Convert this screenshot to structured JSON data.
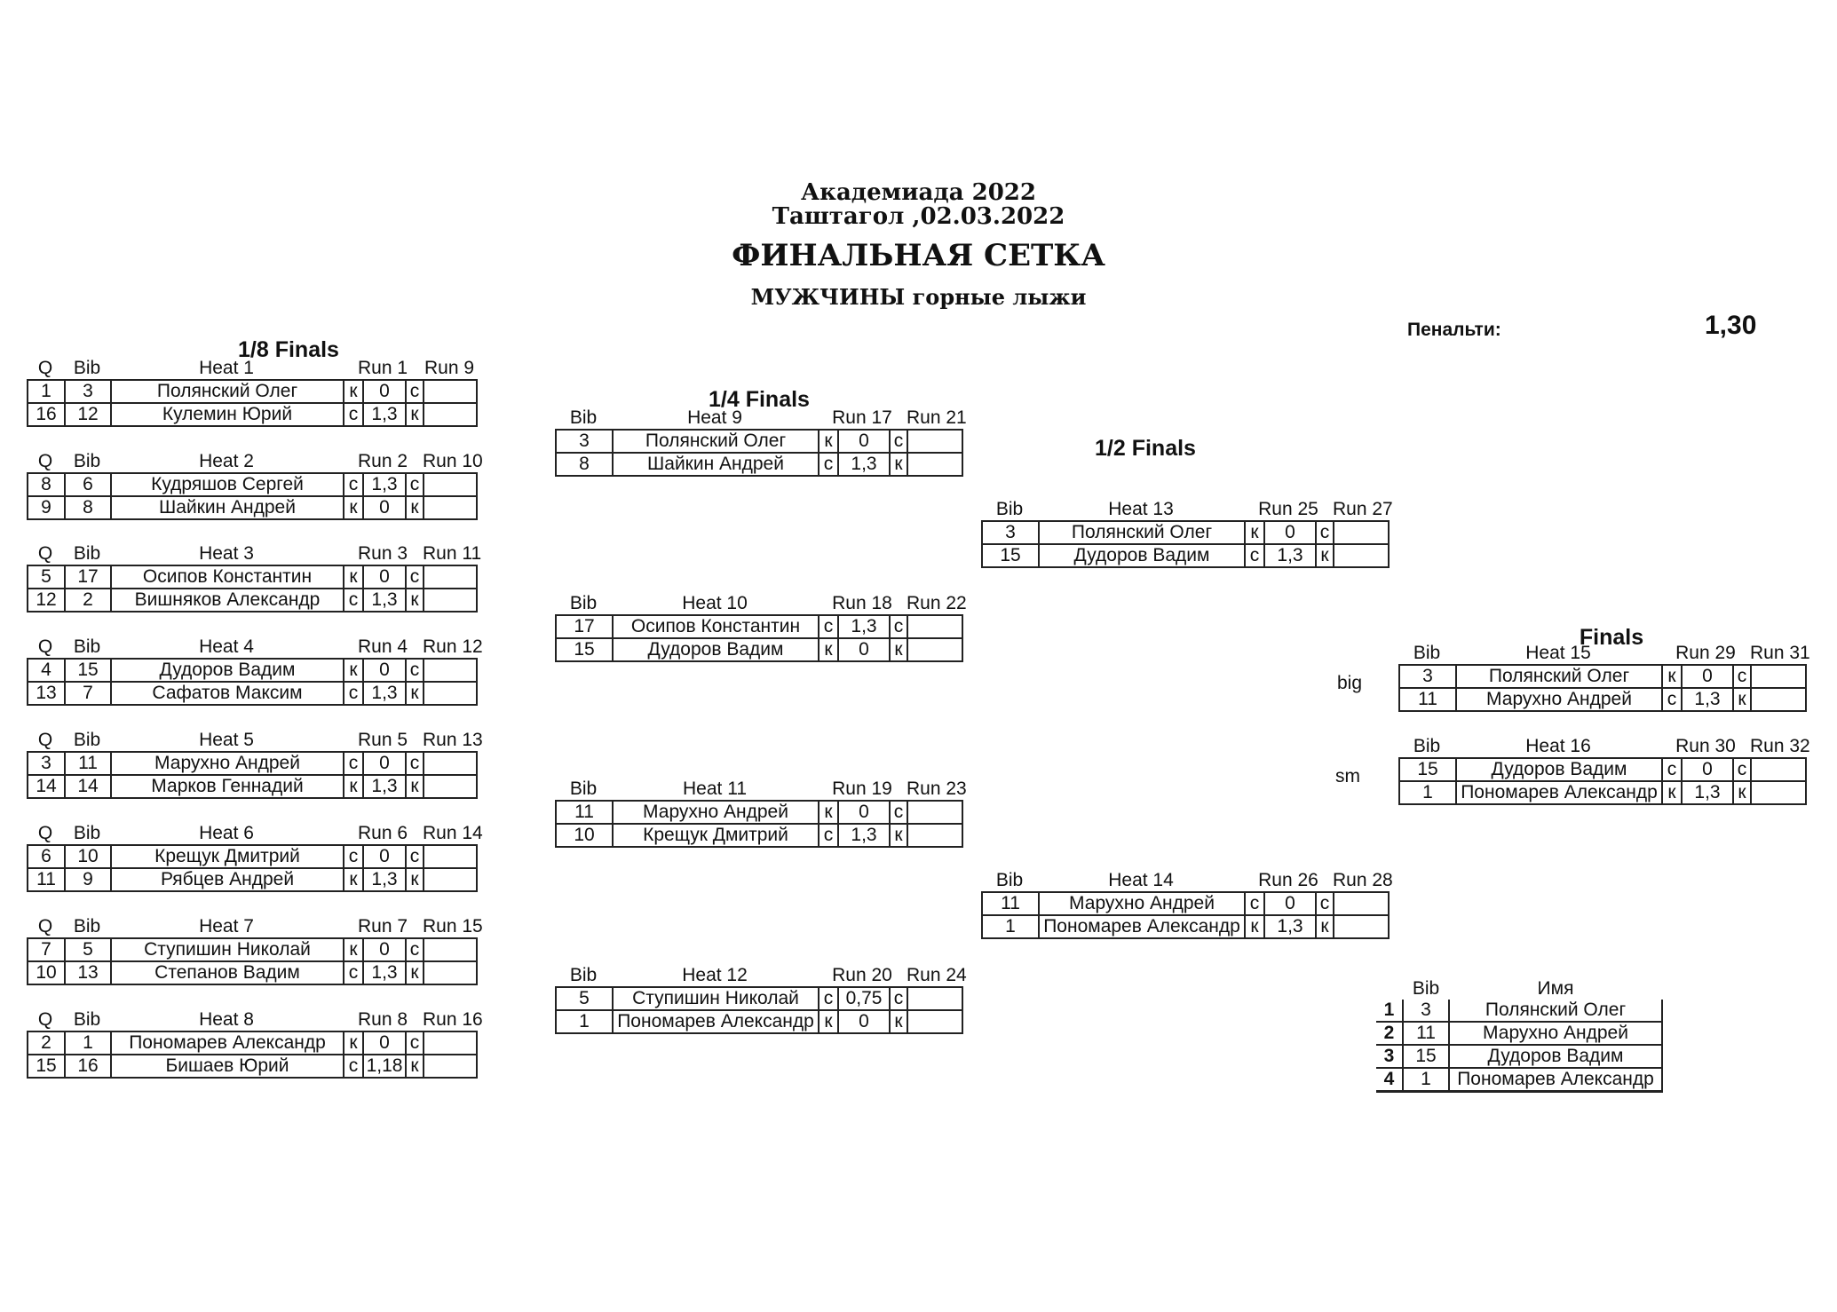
{
  "header": {
    "line1": "Академиада 2022",
    "line2": "Таштагол ,02.03.2022",
    "title": "ФИНАЛЬНАЯ СЕТКА",
    "subtitle": "МУЖЧИНЫ горные лыжи"
  },
  "penalty": {
    "label": "Пенальти:",
    "value": "1,30"
  },
  "rounds": {
    "r8": "1/8 Finals",
    "r4": "1/4 Finals",
    "r2": "1/2 Finals",
    "final": "Finals"
  },
  "labels": {
    "q": "Q",
    "bib": "Bib",
    "big": "big",
    "sm": "sm",
    "name": "Имя"
  },
  "heats": [
    {
      "title": "Heat 1",
      "runA": "Run 1",
      "runB": "Run 9",
      "rows": [
        {
          "q": "1",
          "bib": "3",
          "name": "Полянский Олег",
          "c1": "к",
          "time": "0",
          "c2": "с"
        },
        {
          "q": "16",
          "bib": "12",
          "name": "Кулемин Юрий",
          "c1": "с",
          "time": "1,3",
          "c2": "к"
        }
      ]
    },
    {
      "title": "Heat 2",
      "runA": "Run 2",
      "runB": "Run 10",
      "rows": [
        {
          "q": "8",
          "bib": "6",
          "name": "Кудряшов Сергей",
          "c1": "с",
          "time": "1,3",
          "c2": "с"
        },
        {
          "q": "9",
          "bib": "8",
          "name": "Шайкин Андрей",
          "c1": "к",
          "time": "0",
          "c2": "к"
        }
      ]
    },
    {
      "title": "Heat 3",
      "runA": "Run 3",
      "runB": "Run 11",
      "rows": [
        {
          "q": "5",
          "bib": "17",
          "name": "Осипов Константин",
          "c1": "к",
          "time": "0",
          "c2": "с"
        },
        {
          "q": "12",
          "bib": "2",
          "name": "Вишняков Александр",
          "c1": "с",
          "time": "1,3",
          "c2": "к"
        }
      ]
    },
    {
      "title": "Heat 4",
      "runA": "Run 4",
      "runB": "Run 12",
      "rows": [
        {
          "q": "4",
          "bib": "15",
          "name": "Дудоров Вадим",
          "c1": "к",
          "time": "0",
          "c2": "с"
        },
        {
          "q": "13",
          "bib": "7",
          "name": "Сафатов Максим",
          "c1": "с",
          "time": "1,3",
          "c2": "к"
        }
      ]
    },
    {
      "title": "Heat 5",
      "runA": "Run 5",
      "runB": "Run 13",
      "rows": [
        {
          "q": "3",
          "bib": "11",
          "name": "Марухно Андрей",
          "c1": "с",
          "time": "0",
          "c2": "с"
        },
        {
          "q": "14",
          "bib": "14",
          "name": "Марков Геннадий",
          "c1": "к",
          "time": "1,3",
          "c2": "к"
        }
      ]
    },
    {
      "title": "Heat 6",
      "runA": "Run 6",
      "runB": "Run 14",
      "rows": [
        {
          "q": "6",
          "bib": "10",
          "name": "Крещук Дмитрий",
          "c1": "с",
          "time": "0",
          "c2": "с"
        },
        {
          "q": "11",
          "bib": "9",
          "name": "Рябцев Андрей",
          "c1": "к",
          "time": "1,3",
          "c2": "к"
        }
      ]
    },
    {
      "title": "Heat 7",
      "runA": "Run 7",
      "runB": "Run 15",
      "rows": [
        {
          "q": "7",
          "bib": "5",
          "name": "Ступишин Николай",
          "c1": "к",
          "time": "0",
          "c2": "с"
        },
        {
          "q": "10",
          "bib": "13",
          "name": "Степанов Вадим",
          "c1": "с",
          "time": "1,3",
          "c2": "к"
        }
      ]
    },
    {
      "title": "Heat 8",
      "runA": "Run 8",
      "runB": "Run 16",
      "rows": [
        {
          "q": "2",
          "bib": "1",
          "name": "Пономарев Александр",
          "c1": "к",
          "time": "0",
          "c2": "с"
        },
        {
          "q": "15",
          "bib": "16",
          "name": "Бишаев Юрий",
          "c1": "с",
          "time": "1,18",
          "c2": "к"
        }
      ]
    },
    {
      "title": "Heat 9",
      "runA": "Run 17",
      "runB": "Run 21",
      "rows": [
        {
          "bib": "3",
          "name": "Полянский Олег",
          "c1": "к",
          "time": "0",
          "c2": "с"
        },
        {
          "bib": "8",
          "name": "Шайкин Андрей",
          "c1": "с",
          "time": "1,3",
          "c2": "к"
        }
      ]
    },
    {
      "title": "Heat 10",
      "runA": "Run 18",
      "runB": "Run 22",
      "rows": [
        {
          "bib": "17",
          "name": "Осипов Константин",
          "c1": "с",
          "time": "1,3",
          "c2": "с"
        },
        {
          "bib": "15",
          "name": "Дудоров Вадим",
          "c1": "к",
          "time": "0",
          "c2": "к"
        }
      ]
    },
    {
      "title": "Heat 11",
      "runA": "Run 19",
      "runB": "Run 23",
      "rows": [
        {
          "bib": "11",
          "name": "Марухно Андрей",
          "c1": "к",
          "time": "0",
          "c2": "с"
        },
        {
          "bib": "10",
          "name": "Крещук Дмитрий",
          "c1": "с",
          "time": "1,3",
          "c2": "к"
        }
      ]
    },
    {
      "title": "Heat 12",
      "runA": "Run 20",
      "runB": "Run 24",
      "rows": [
        {
          "bib": "5",
          "name": "Ступишин Николай",
          "c1": "с",
          "time": "0,75",
          "c2": "с"
        },
        {
          "bib": "1",
          "name": "Пономарев Александр",
          "c1": "к",
          "time": "0",
          "c2": "к"
        }
      ]
    },
    {
      "title": "Heat 13",
      "runA": "Run 25",
      "runB": "Run 27",
      "rows": [
        {
          "bib": "3",
          "name": "Полянский Олег",
          "c1": "к",
          "time": "0",
          "c2": "с"
        },
        {
          "bib": "15",
          "name": "Дудоров Вадим",
          "c1": "с",
          "time": "1,3",
          "c2": "к"
        }
      ]
    },
    {
      "title": "Heat 14",
      "runA": "Run 26",
      "runB": "Run 28",
      "rows": [
        {
          "bib": "11",
          "name": "Марухно Андрей",
          "c1": "с",
          "time": "0",
          "c2": "с"
        },
        {
          "bib": "1",
          "name": "Пономарев Александр",
          "c1": "к",
          "time": "1,3",
          "c2": "к"
        }
      ]
    },
    {
      "title": "Heat 15",
      "runA": "Run 29",
      "runB": "Run 31",
      "rows": [
        {
          "bib": "3",
          "name": "Полянский Олег",
          "c1": "к",
          "time": "0",
          "c2": "с"
        },
        {
          "bib": "11",
          "name": "Марухно Андрей",
          "c1": "с",
          "time": "1,3",
          "c2": "к"
        }
      ]
    },
    {
      "title": "Heat 16",
      "runA": "Run 30",
      "runB": "Run 32",
      "rows": [
        {
          "bib": "15",
          "name": "Дудоров Вадим",
          "c1": "с",
          "time": "0",
          "c2": "с"
        },
        {
          "bib": "1",
          "name": "Пономарев Александр",
          "c1": "к",
          "time": "1,3",
          "c2": "к"
        }
      ]
    }
  ],
  "results": [
    {
      "place": "1",
      "bib": "3",
      "name": "Полянский Олег"
    },
    {
      "place": "2",
      "bib": "11",
      "name": "Марухно Андрей"
    },
    {
      "place": "3",
      "bib": "15",
      "name": "Дудоров Вадим"
    },
    {
      "place": "4",
      "bib": "1",
      "name": "Пономарев Александр"
    }
  ]
}
